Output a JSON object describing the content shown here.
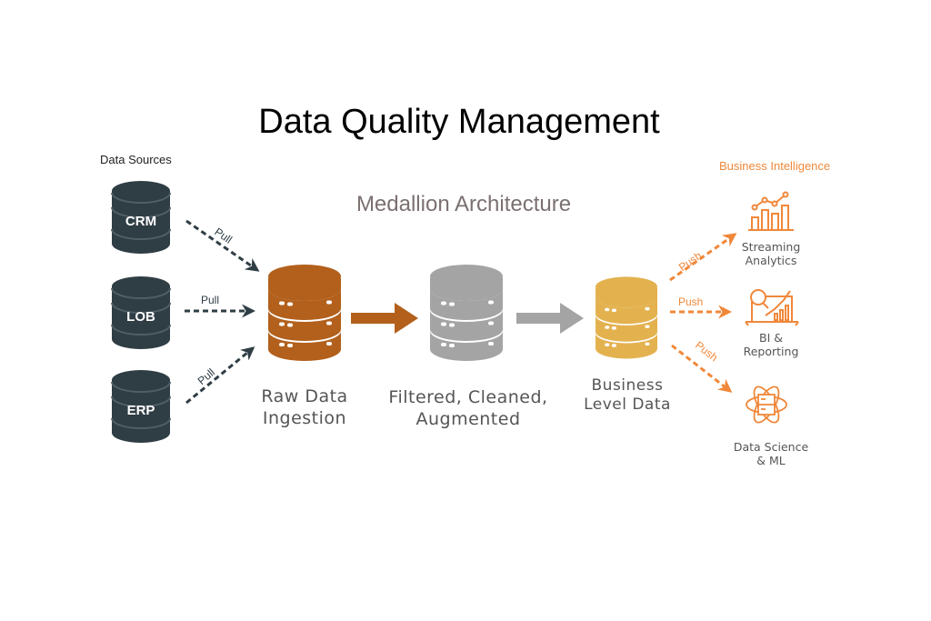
{
  "title": "Data Quality Management",
  "subtitle": "Medallion Architecture",
  "colors": {
    "source": "#2f3d44",
    "raw": "#b2601c",
    "filtered": "#a4a4a4",
    "business": "#e3b24f",
    "accent": "#f0883a"
  },
  "sources": {
    "label": "Data Sources",
    "items": [
      {
        "name": "CRM",
        "arrow_label": "Pull"
      },
      {
        "name": "LOB",
        "arrow_label": "Pull"
      },
      {
        "name": "ERP",
        "arrow_label": "Pull"
      }
    ]
  },
  "stages": [
    {
      "line1": "Raw Data",
      "line2": "Ingestion",
      "icon": "database-icon"
    },
    {
      "line1": "Filtered, Cleaned,",
      "line2": "Augmented",
      "icon": "database-icon"
    },
    {
      "line1": "Business",
      "line2": "Level Data",
      "icon": "database-icon"
    }
  ],
  "business_intelligence": {
    "label": "Business Intelligence",
    "outputs": [
      {
        "line1": "Streaming",
        "line2": "Analytics",
        "icon": "line-bar-chart-icon",
        "arrow_label": "Push"
      },
      {
        "line1": "BI &",
        "line2": "Reporting",
        "icon": "magnifier-laptop-chart-icon",
        "arrow_label": "Push"
      },
      {
        "line1": "Data Science",
        "line2": "& ML",
        "icon": "atom-server-icon",
        "arrow_label": "Push"
      }
    ]
  }
}
